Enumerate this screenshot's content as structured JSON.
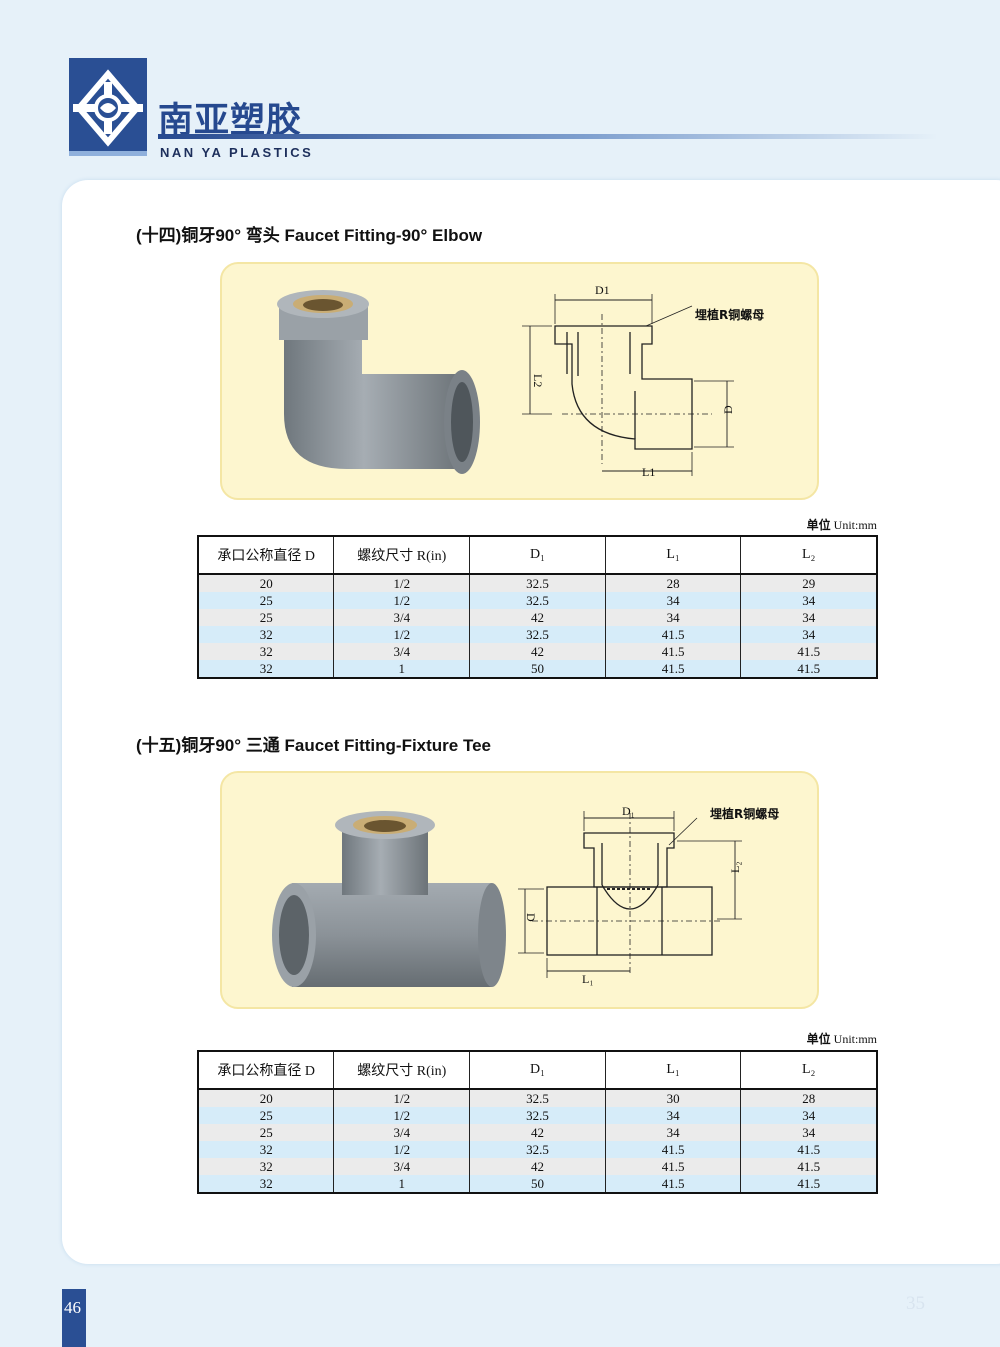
{
  "header": {
    "brand_cn": "南亚塑胶",
    "brand_en": "NAN YA PLASTICS",
    "logo_icon": "nan-ya-emblem-icon"
  },
  "sections": [
    {
      "title": "(十四)铜牙90° 弯头   Faucet Fitting-90° Elbow",
      "drawing": {
        "label_d1": "D1",
        "label_l2": "L2",
        "label_d": "D",
        "label_l1": "L1",
        "callout": "埋植R铜螺母"
      },
      "unit_prefix": "单位",
      "unit_value": "Unit:mm",
      "columns": [
        "承口公称直径 D",
        "螺纹尺寸 R(in)",
        "D₁",
        "L₁",
        "L₂"
      ],
      "rows": [
        [
          "20",
          "1/2",
          "32.5",
          "28",
          "29"
        ],
        [
          "25",
          "1/2",
          "32.5",
          "34",
          "34"
        ],
        [
          "25",
          "3/4",
          "42",
          "34",
          "34"
        ],
        [
          "32",
          "1/2",
          "32.5",
          "41.5",
          "34"
        ],
        [
          "32",
          "3/4",
          "42",
          "41.5",
          "41.5"
        ],
        [
          "32",
          "1",
          "50",
          "41.5",
          "41.5"
        ]
      ]
    },
    {
      "title": "(十五)铜牙90° 三通   Faucet Fitting-Fixture Tee",
      "drawing": {
        "label_d1": "D₁",
        "label_l2": "L₂",
        "label_d": "D",
        "label_l1": "L₁",
        "callout": "埋植R铜螺母"
      },
      "unit_prefix": "单位",
      "unit_value": "Unit:mm",
      "columns": [
        "承口公称直径 D",
        "螺纹尺寸 R(in)",
        "D₁",
        "L₁",
        "L₂"
      ],
      "rows": [
        [
          "20",
          "1/2",
          "32.5",
          "30",
          "28"
        ],
        [
          "25",
          "1/2",
          "32.5",
          "34",
          "34"
        ],
        [
          "25",
          "3/4",
          "42",
          "34",
          "34"
        ],
        [
          "32",
          "1/2",
          "32.5",
          "41.5",
          "41.5"
        ],
        [
          "32",
          "3/4",
          "42",
          "41.5",
          "41.5"
        ],
        [
          "32",
          "1",
          "50",
          "41.5",
          "41.5"
        ]
      ]
    }
  ],
  "footer": {
    "page_left": "46",
    "page_right": "35"
  },
  "colors": {
    "brand_blue": "#2a4f94",
    "panel_yellow": "#fdf6cf",
    "row_gray": "#ebebeb",
    "row_blue": "#d6ecf9",
    "pipe_gray": "#8c949b"
  }
}
